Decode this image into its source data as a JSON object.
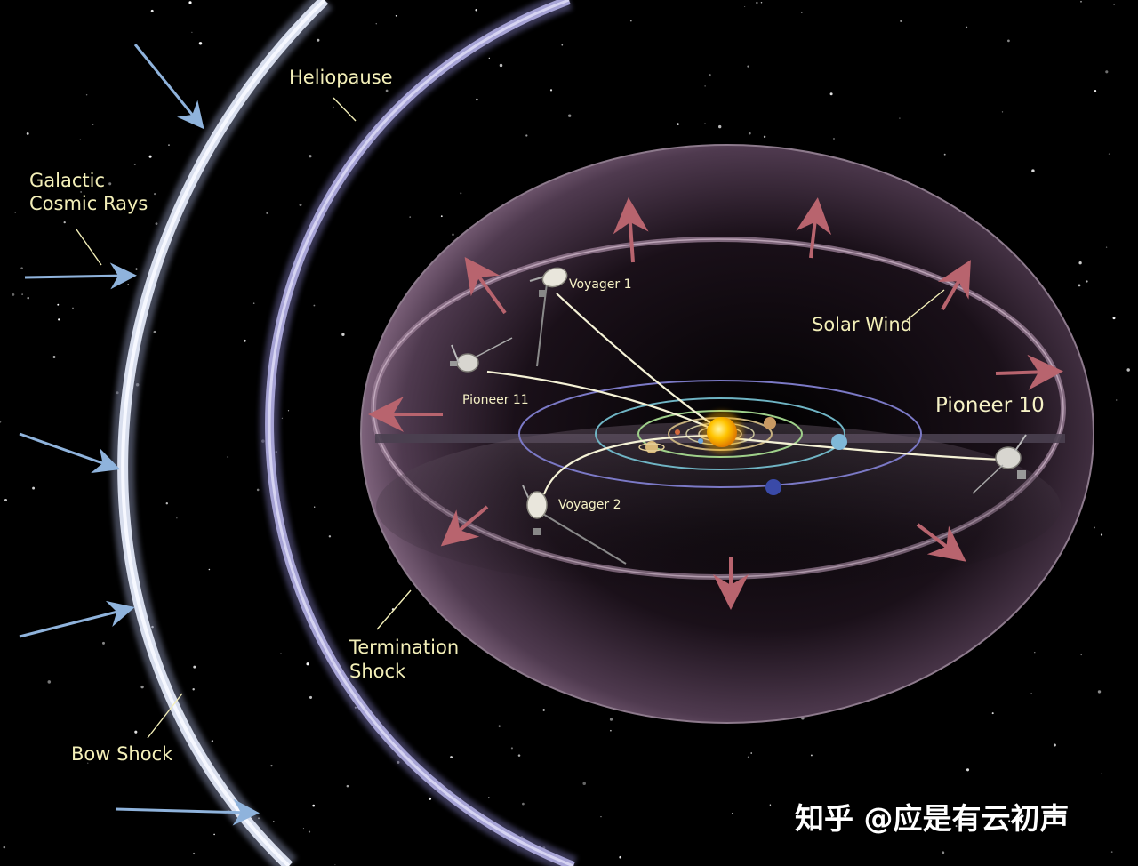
{
  "labels": {
    "heliopause": "Heliopause",
    "galactic_line1": "Galactic",
    "galactic_line2": "Cosmic Rays",
    "solar_wind": "Solar Wind",
    "pioneer_10": "Pioneer 10",
    "pioneer_11": "Pioneer 11",
    "voyager_1": "Voyager 1",
    "voyager_2": "Voyager 2",
    "termination_line1": "Termination",
    "termination_line2": "Shock",
    "bow_shock": "Bow Shock"
  },
  "watermark": "知乎 @应是有云初声",
  "colors": {
    "background": "#000000",
    "bow_shock": "#d6dcec",
    "heliopause": "#a7a4d6",
    "heliosphere": "#7a5a78",
    "solar_wind_arrow": "#b8646e",
    "cosmic_ray_arrow": "#8fb3dc",
    "label_text": "#f3efb8",
    "sun": "#ffc400"
  },
  "icons": [
    "voyager-1-spacecraft-icon",
    "voyager-2-spacecraft-icon",
    "pioneer-10-spacecraft-icon",
    "pioneer-11-spacecraft-icon",
    "sun-icon"
  ]
}
